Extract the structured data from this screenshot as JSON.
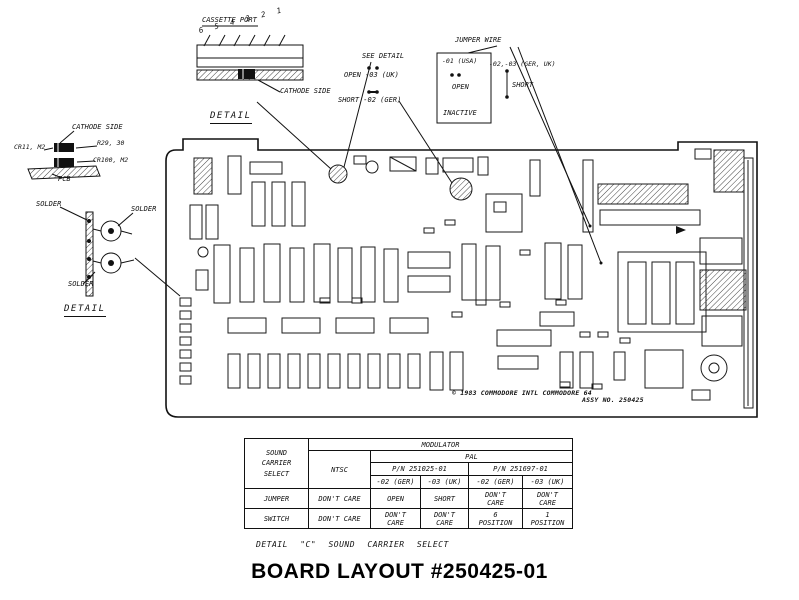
{
  "title": "BOARD LAYOUT #250425-01",
  "board": {
    "copyright": "© 1983 COMMODORE INTL COMMODORE 64",
    "assy_no": "ASSY NO. 250425"
  },
  "cassette_detail": {
    "title": "CASSETTE PORT",
    "pin_numbers": "6 5 4 3 2 1",
    "cathode_side": "CATHODE SIDE",
    "detail": "DETAIL"
  },
  "cathode_detail": {
    "cathode_side": "CATHODE SIDE",
    "part1": "CR11, M2",
    "part2": "R29, 30",
    "part3": "CR100, M2",
    "pcb": "PCB"
  },
  "solder_detail": {
    "solder_top_left": "SOLDER",
    "solder_top_right": "SOLDER",
    "solder_bottom": "SOLDER",
    "detail": "DETAIL"
  },
  "jumper_detail": {
    "see_detail": "SEE DETAIL",
    "open_note": "OPEN -03 (UK)",
    "short_note": "SHORT -02 (GER)",
    "jumper_wire": "JUMPER WIRE",
    "usa": "-01 (USA)",
    "open": "OPEN",
    "inactive": "INACTIVE",
    "ger_uk": "-02,-03 (GER, UK)",
    "short": "SHORT"
  },
  "table": {
    "corner": "SOUND\nCARRIER\nSELECT",
    "modulator": "MODULATOR",
    "ntsc": "NTSC",
    "pal": "PAL",
    "pn_left": "P/N 251025-01",
    "pn_right": "P/N 251697-01",
    "variants": [
      "-02 (GER)",
      "-03 (UK)",
      "-02 (GER)",
      "-03 (UK)"
    ],
    "jumper_label": "JUMPER",
    "jumper_values": [
      "DON'T CARE",
      "OPEN",
      "SHORT",
      "DON'T\nCARE",
      "DON'T\nCARE"
    ],
    "switch_label": "SWITCH",
    "switch_values": [
      "DON'T CARE",
      "DON'T\nCARE",
      "DON'T\nCARE",
      "6\nPOSITION",
      "1\nPOSITION"
    ],
    "caption": "DETAIL \"C\" SOUND CARRIER SELECT"
  }
}
